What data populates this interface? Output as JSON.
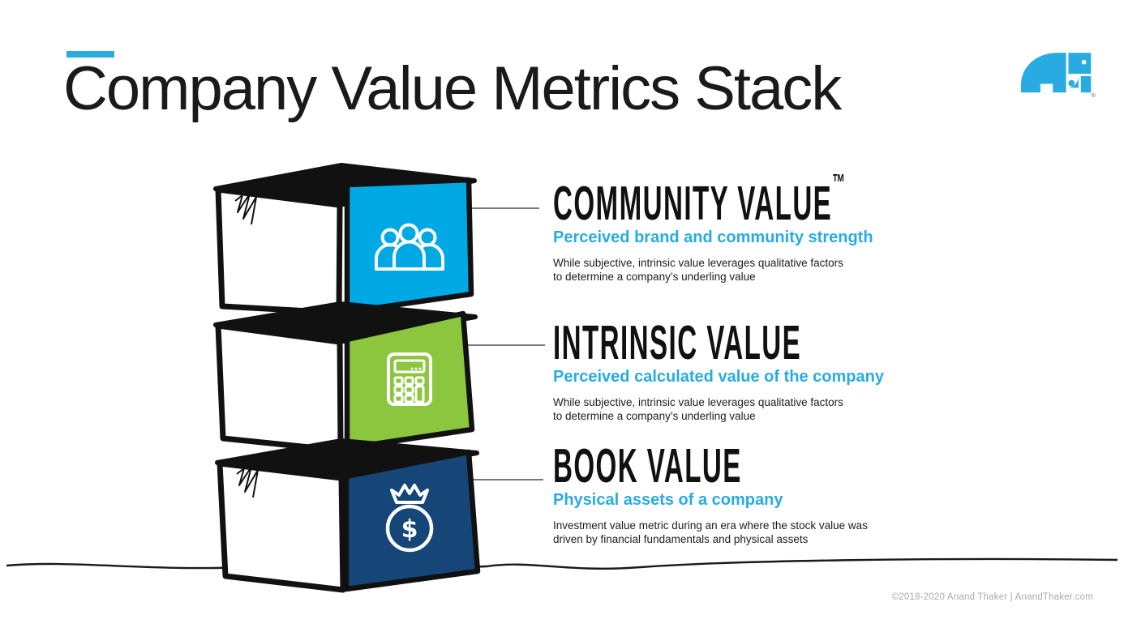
{
  "page": {
    "background": "#FFFFFF",
    "accent_bar_color": "#29ABE2",
    "title": "Company Value Metrics Stack",
    "title_color": "#1A1A1A",
    "footer_credit": "©2018-2020 Anand Thaker | AnandThaker.com"
  },
  "logo": {
    "label": "Anand Thaker elephant logo",
    "color": "#29ABE2",
    "registered_mark": "®"
  },
  "colors": {
    "subtitle_text": "#29ABE2",
    "heading_text": "#111111",
    "body_text": "#1D1D1D",
    "outline_black": "#111111"
  },
  "sections": [
    {
      "heading": "COMMUNITY VALUE",
      "trademark": "™",
      "subtitle": "Perceived brand and community strength",
      "body": [
        "While subjective, intrinsic value leverages qualitative factors",
        "to determine a company’s underling value"
      ],
      "box_color": "#00A9E4",
      "icon": "people-group-icon",
      "icon_glyph": ""
    },
    {
      "heading": "INTRINSIC VALUE",
      "trademark": "",
      "subtitle": "Perceived calculated value of the company",
      "body": [
        "While subjective, intrinsic value leverages qualitative factors",
        "to determine a company’s underling value"
      ],
      "box_color": "#8CC63F",
      "icon": "calculator-icon",
      "icon_glyph": ""
    },
    {
      "heading": "BOOK VALUE",
      "trademark": "",
      "subtitle": "Physical assets of a company",
      "body": [
        "Investment value metric during an era where the stock value was",
        "driven by financial fundamentals and physical assets"
      ],
      "box_color": "#164677",
      "icon": "money-bag-icon",
      "icon_glyph": "$"
    }
  ]
}
